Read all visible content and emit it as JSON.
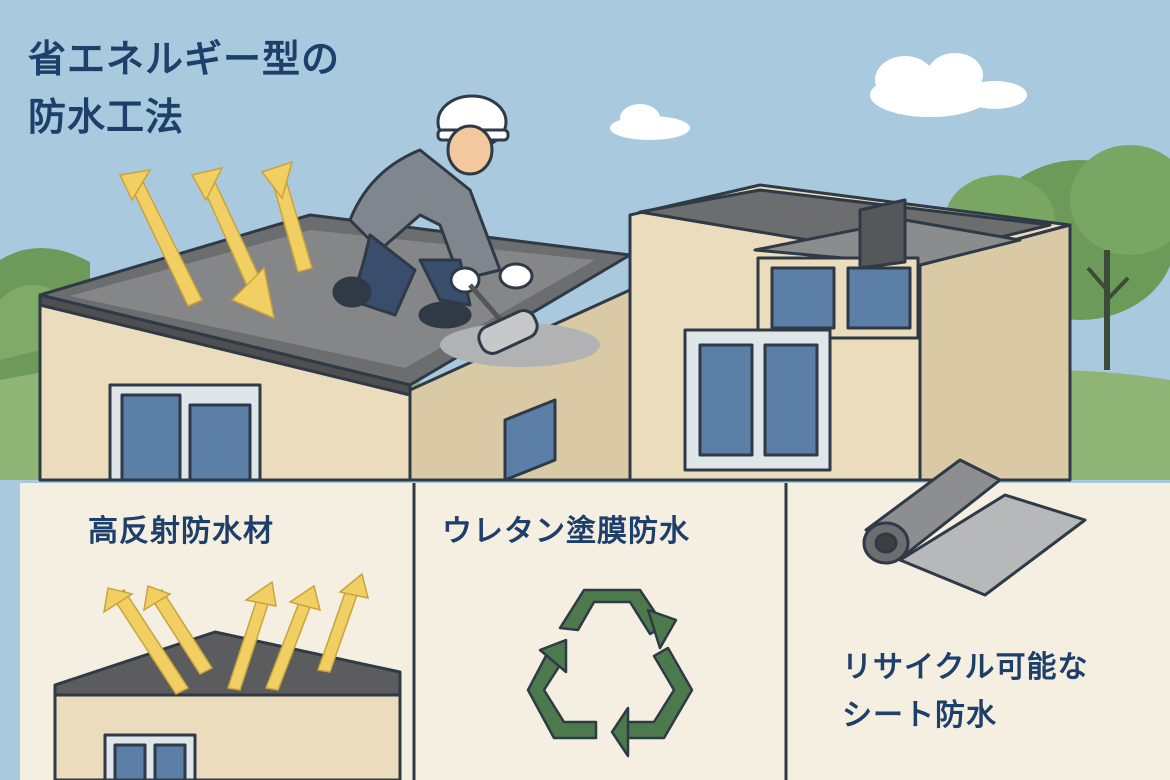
{
  "title": {
    "line1": "省エネルギー型の",
    "line2": "防水工法"
  },
  "panels": [
    {
      "label": "高反射防水材",
      "icon": "reflective-roof-icon"
    },
    {
      "label": "ウレタン塗膜防水",
      "icon": "recycle-icon"
    },
    {
      "label_line1": "リサイクル可能な",
      "label_line2": "シート防水",
      "icon": "sheet-roll-icon"
    }
  ],
  "colors": {
    "sky": "#a9c9df",
    "text": "#1f3f6b",
    "wall": "#ede0c2",
    "roof": "#6c6d6e",
    "arrow": "#f2cf63",
    "recycle": "#4d7a4c",
    "panel": "#f5efe1"
  }
}
